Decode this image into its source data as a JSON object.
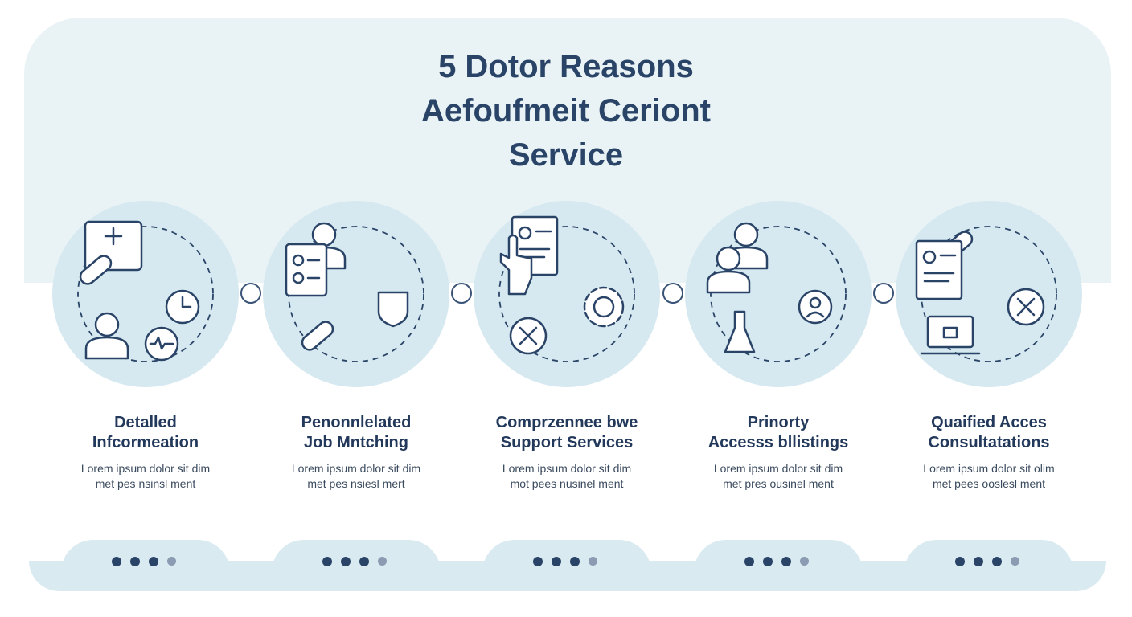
{
  "title": [
    "5 Dotor Reasons",
    "Aefoufmeit Ceriont",
    "Service"
  ],
  "items": [
    {
      "title1": "Detalled",
      "title2": "Infcormeation",
      "desc1": "Lorem ipsum dolor sit dim",
      "desc2": "met pes nsinsl ment"
    },
    {
      "title1": "Penonnlelated",
      "title2": "Job Mntching",
      "desc1": "Lorem ipsum dolor sit dim",
      "desc2": "met pes nsiesl mert"
    },
    {
      "title1": "Comprzennee bwe",
      "title2": "Support Services",
      "desc1": "Lorem ipsum dolor sit dim",
      "desc2": "mot pees nusinel ment"
    },
    {
      "title1": "Prinorty",
      "title2": "Accesss bllistings",
      "desc1": "Lorem ipsum dolor sit dim",
      "desc2": "met pres ousinel ment"
    },
    {
      "title1": "Quaified Acces",
      "title2": "Consultatations",
      "desc1": "Lorem ipsum dolor sit olim",
      "desc2": "met pees ooslesl ment"
    }
  ],
  "colors": {
    "primary": "#2a4468",
    "panel": "#e9f3f6",
    "circle": "#d6e9f0"
  }
}
